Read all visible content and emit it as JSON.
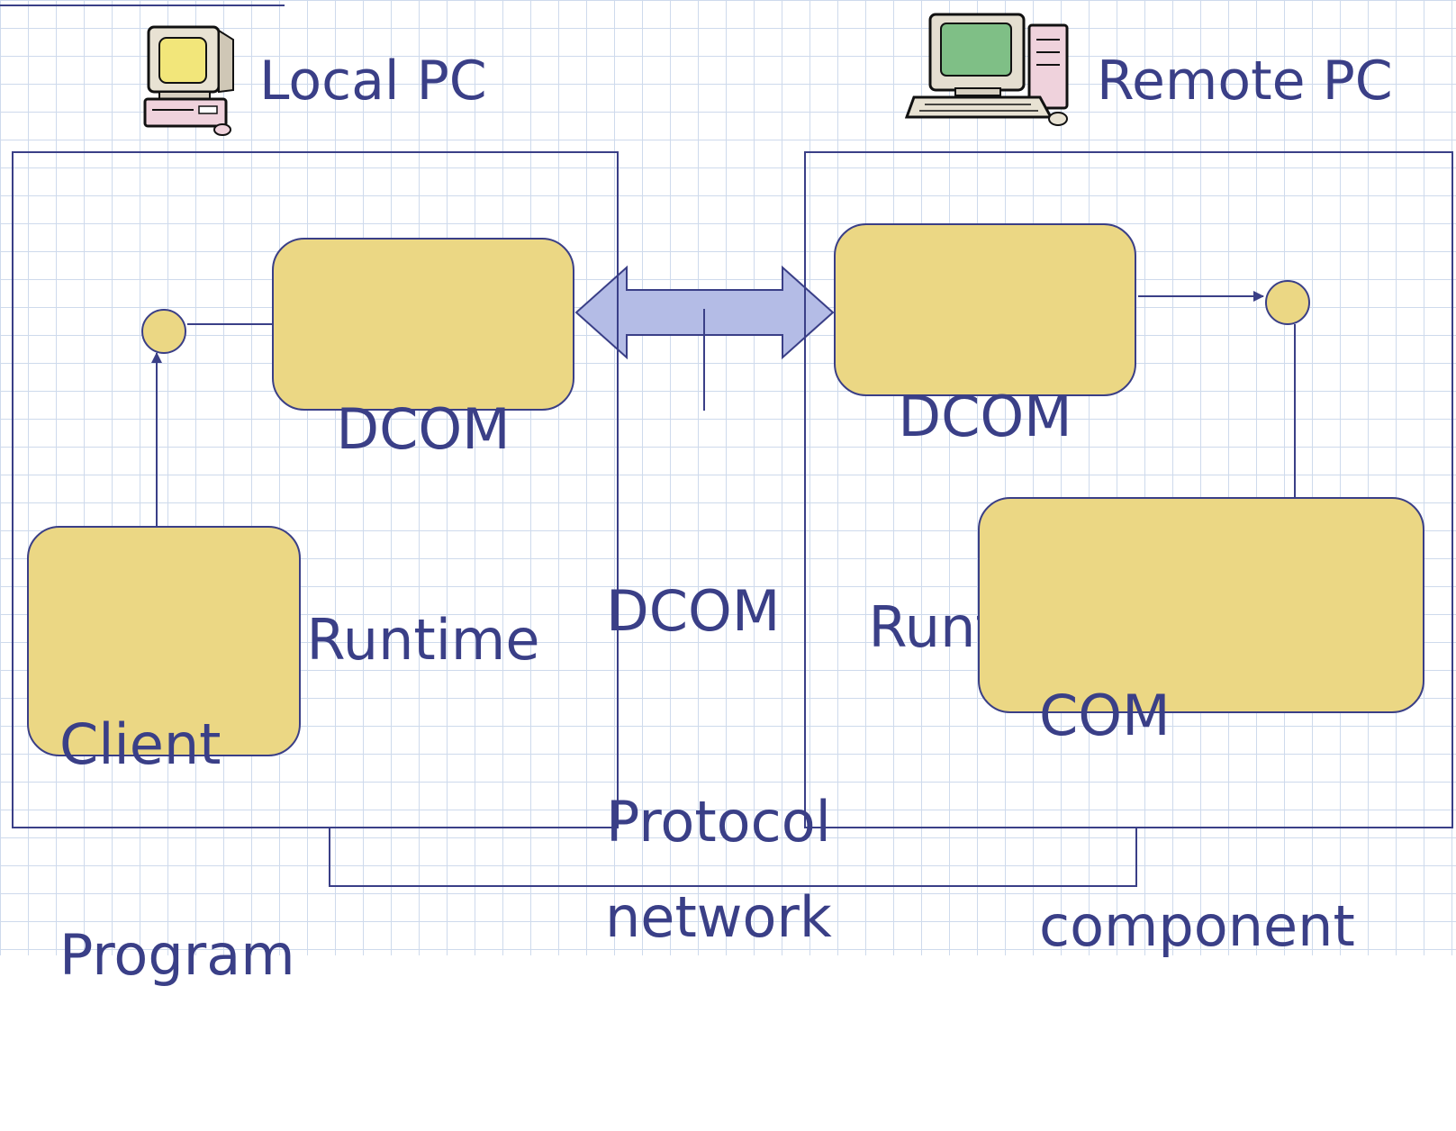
{
  "local_pc": {
    "title": "Local PC",
    "icon": "desktop-computer-icon",
    "dcom_runtime": {
      "line1": "DCOM",
      "line2": "Runtime"
    },
    "client_program": {
      "line1": "Client",
      "line2": "Program"
    }
  },
  "remote_pc": {
    "title": "Remote PC",
    "icon": "workstation-computer-icon",
    "dcom_runtime": {
      "line1": "DCOM",
      "line2": "Runtime"
    },
    "com_component": {
      "line1": "COM",
      "line2": "component"
    }
  },
  "protocol": {
    "line1": "DCOM",
    "line2": "Protocol"
  },
  "network": {
    "label": "network"
  },
  "colors": {
    "box_fill": "#ebd784",
    "ink": "#3a3f87",
    "arrow_fill": "#b4bce6",
    "grid": "#c9d6ea"
  }
}
